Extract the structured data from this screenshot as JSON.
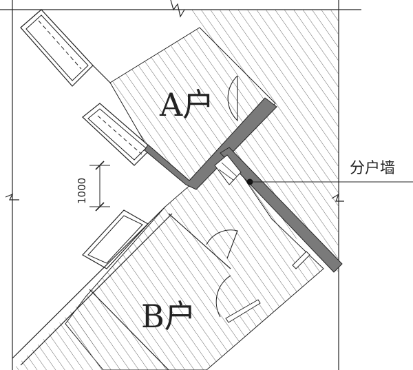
{
  "unit_a_label": "A户",
  "unit_b_label": "B户",
  "partition_wall_label": "分户墙",
  "dimension_label": "1000",
  "colors": {
    "line": "#222222",
    "wall_fill": "#7a7a7a",
    "hatch": "#555555",
    "background": "#ffffff"
  }
}
